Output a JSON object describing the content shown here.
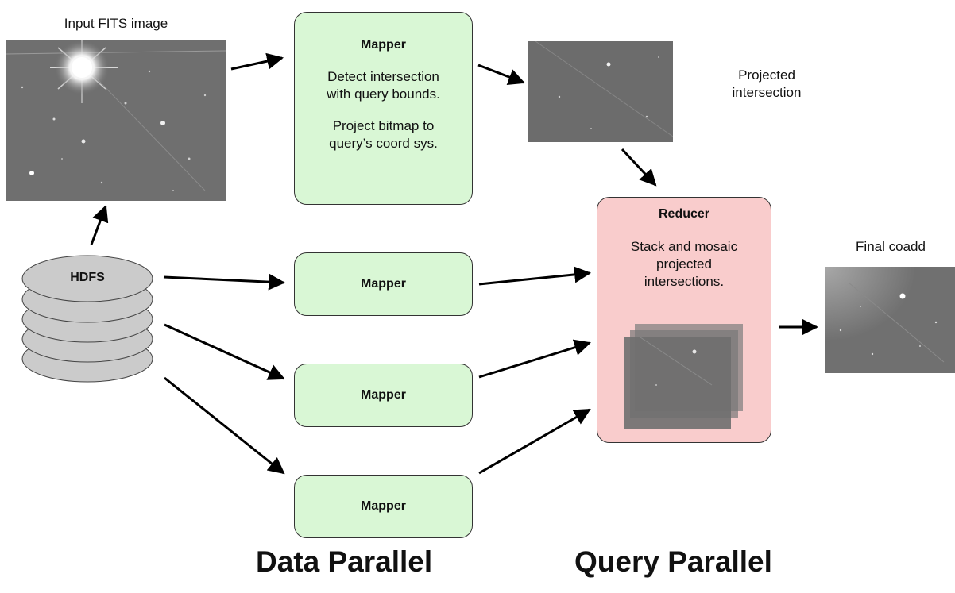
{
  "input_image_label": "Input FITS image",
  "projected_label": "Projected\nintersection",
  "final_label": "Final coadd",
  "hdfs_label": "HDFS",
  "mapper_main": {
    "title": "Mapper",
    "line1": "Detect intersection",
    "line2": "with query bounds.",
    "line3": "Project bitmap to",
    "line4": "query’s coord sys."
  },
  "mappers": [
    {
      "title": "Mapper"
    },
    {
      "title": "Mapper"
    },
    {
      "title": "Mapper"
    }
  ],
  "reducer": {
    "title": "Reducer",
    "line1": "Stack and mosaic",
    "line2": "projected",
    "line3": "intersections."
  },
  "section_titles": {
    "data_parallel": "Data Parallel",
    "query_parallel": "Query Parallel"
  },
  "colors": {
    "mapper_fill": "#d9f7d5",
    "reducer_fill": "#f9cccc",
    "disk_fill": "#c8c8c8",
    "image_fill": "#6e6e6e"
  }
}
